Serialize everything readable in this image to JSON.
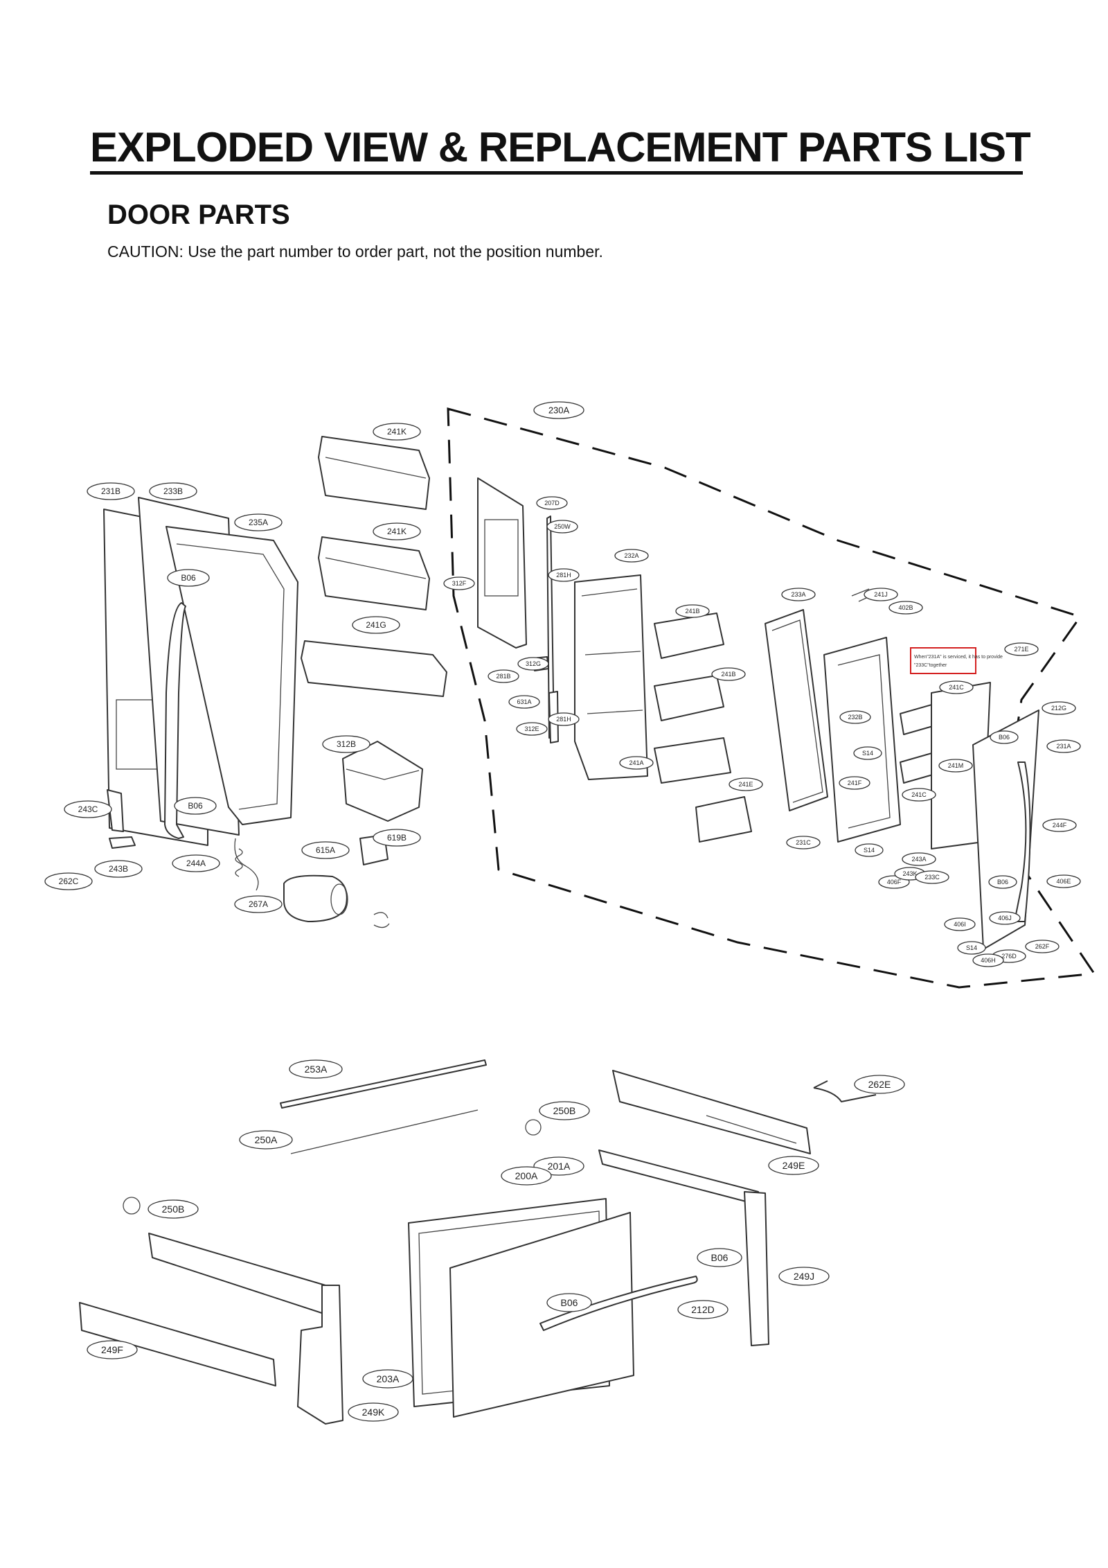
{
  "header": {
    "title": "EXPLODED VIEW & REPLACEMENT PARTS LIST",
    "section": "DOOR PARTS",
    "caution": "CAUTION: Use the part number to order part, not the position number."
  },
  "note": {
    "line1": "When\"231A\" is serviced, it has to provide",
    "line2": "\"233C\"together"
  },
  "callouts": {
    "c230A": "230A",
    "c241K_1": "241K",
    "c241K_2": "241K",
    "c231B": "231B",
    "c233B": "233B",
    "c235A": "235A",
    "cB06_1": "B06",
    "c241G": "241G",
    "c207D": "207D",
    "c250W": "250W",
    "c232A": "232A",
    "c281H_1": "281H",
    "c312F": "312F",
    "c241B_1": "241B",
    "c241B_2": "241B",
    "c233A": "233A",
    "c241J": "241J",
    "c402B": "402B",
    "c271E": "271E",
    "c281B": "281B",
    "c312G": "312G",
    "c631A": "631A",
    "c281H_2": "281H",
    "c312E": "312E",
    "c241C_1": "241C",
    "c212G": "212G",
    "c312B": "312B",
    "c232B": "232B",
    "cS14_1": "S14",
    "cB06_2": "B06",
    "c231A": "231A",
    "c241A": "241A",
    "c241M": "241M",
    "c241E": "241E",
    "c241F": "241F",
    "c241C_2": "241C",
    "c243C": "243C",
    "cB06_3": "B06",
    "c619B": "619B",
    "c244F": "244F",
    "c615A": "615A",
    "c231C": "231C",
    "cS14_2": "S14",
    "c243A": "243A",
    "c244A": "244A",
    "c243B": "243B",
    "c262C": "262C",
    "c406F": "406F",
    "c243K": "243K",
    "c233C": "233C",
    "cB06_4": "B06",
    "c406E": "406E",
    "c267A": "267A",
    "c406J": "406J",
    "c406I": "406I",
    "c262F": "262F",
    "cS14_3": "S14",
    "c276D": "276D",
    "c406H": "406H",
    "c253A": "253A",
    "c262E": "262E",
    "c250B_1": "250B",
    "c250A": "250A",
    "c249E": "249E",
    "c201A": "201A",
    "c200A": "200A",
    "c250B_2": "250B",
    "cB06_5": "B06",
    "c249J": "249J",
    "cB06_6": "B06",
    "c212D": "212D",
    "c249F": "249F",
    "c203A": "203A",
    "c249K": "249K"
  }
}
